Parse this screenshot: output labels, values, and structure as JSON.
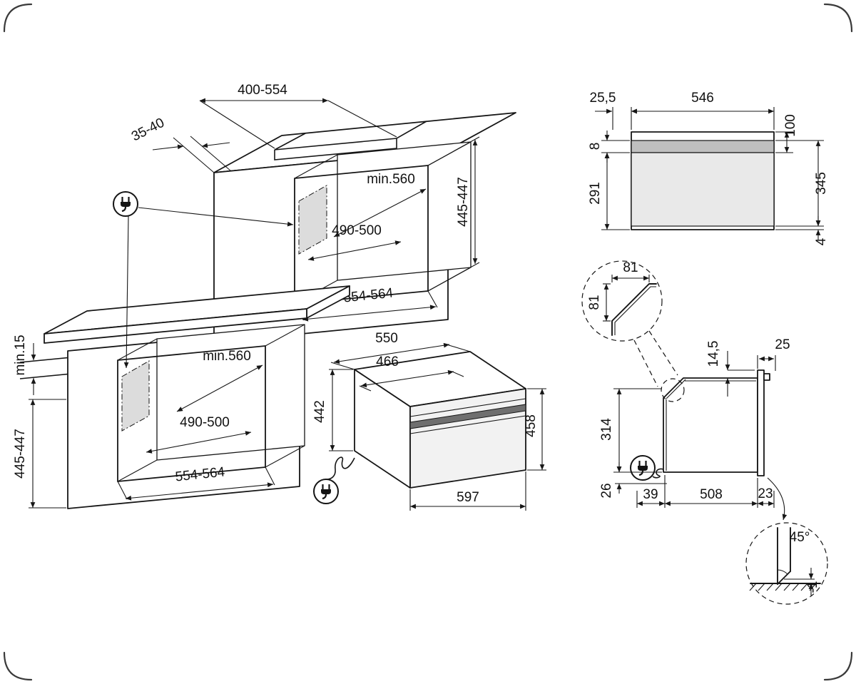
{
  "page": {
    "background": "#ffffff"
  },
  "diagram": {
    "type": "oven-installation-drawing",
    "labels": {
      "vent_width": "400-554",
      "wall_thickness": "35-40",
      "upper_depth_min": "min.560",
      "upper_inner_width": "490-500",
      "upper_height": "445-447",
      "upper_niche_width": "554-564",
      "clearance_min": "min.15",
      "lower_depth_min": "min.560",
      "lower_inner_width": "490-500",
      "lower_height": "445-447",
      "lower_niche_width": "554-564",
      "oven_top_width": "550",
      "oven_cavity_width": "466",
      "oven_side_height": "442",
      "oven_front_height": "458",
      "oven_width": "597",
      "front_left_offset": "25,5",
      "front_width": "546",
      "front_upper_height": "100",
      "front_trim": "8",
      "front_lower_height": "291",
      "front_door_height": "345",
      "front_bottom_gap": "4",
      "chamfer_width": "81",
      "chamfer_height": "81",
      "door_top_inset": "14,5",
      "door_top_depth": "25",
      "side_height": "314",
      "bottom_clearance": "26",
      "rear_gap": "39",
      "side_depth": "508",
      "door_thickness": "23",
      "door_angle": "45°",
      "door_overhang": "-1"
    }
  }
}
